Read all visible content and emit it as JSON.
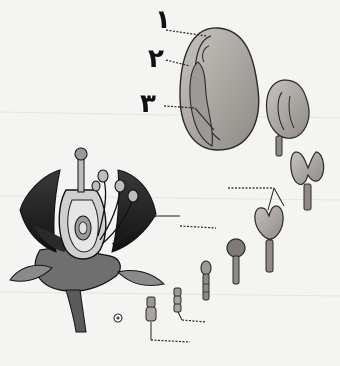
{
  "labels": {
    "label_1": "١",
    "label_2": "٢",
    "label_3": "٣"
  },
  "colors": {
    "paper": "#f4f4f2",
    "embryo_fill": "#b7b2ad",
    "embryo_dark": "#6f6a66",
    "outline": "#2a2a2a",
    "flower_dark": "#1c1c1c",
    "flower_mid": "#7c7c7c",
    "flower_light": "#cfcfcf"
  }
}
